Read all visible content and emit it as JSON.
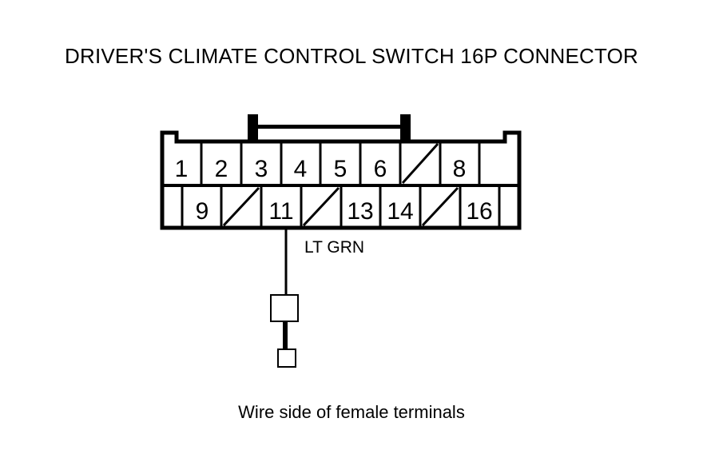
{
  "title": "DRIVER'S CLIMATE CONTROL SWITCH 16P CONNECTOR",
  "caption": "Wire side of female terminals",
  "wire": {
    "color_label": "LT GRN",
    "pin": 11
  },
  "connector": {
    "type": "16P",
    "rows": [
      {
        "name": "top-row",
        "cells": [
          {
            "label": "1",
            "state": "numbered"
          },
          {
            "label": "2",
            "state": "numbered"
          },
          {
            "label": "3",
            "state": "numbered"
          },
          {
            "label": "4",
            "state": "numbered"
          },
          {
            "label": "5",
            "state": "numbered"
          },
          {
            "label": "6",
            "state": "numbered"
          },
          {
            "label": "",
            "state": "blocked"
          },
          {
            "label": "8",
            "state": "numbered"
          },
          {
            "label": "",
            "state": "empty"
          }
        ]
      },
      {
        "name": "bottom-row",
        "cells": [
          {
            "label": "",
            "state": "empty"
          },
          {
            "label": "9",
            "state": "numbered"
          },
          {
            "label": "",
            "state": "blocked"
          },
          {
            "label": "11",
            "state": "numbered"
          },
          {
            "label": "",
            "state": "blocked"
          },
          {
            "label": "13",
            "state": "numbered"
          },
          {
            "label": "14",
            "state": "numbered"
          },
          {
            "label": "",
            "state": "blocked"
          },
          {
            "label": "16",
            "state": "numbered"
          }
        ]
      }
    ]
  },
  "colors": {
    "ink": "#000000",
    "background": "#ffffff"
  }
}
